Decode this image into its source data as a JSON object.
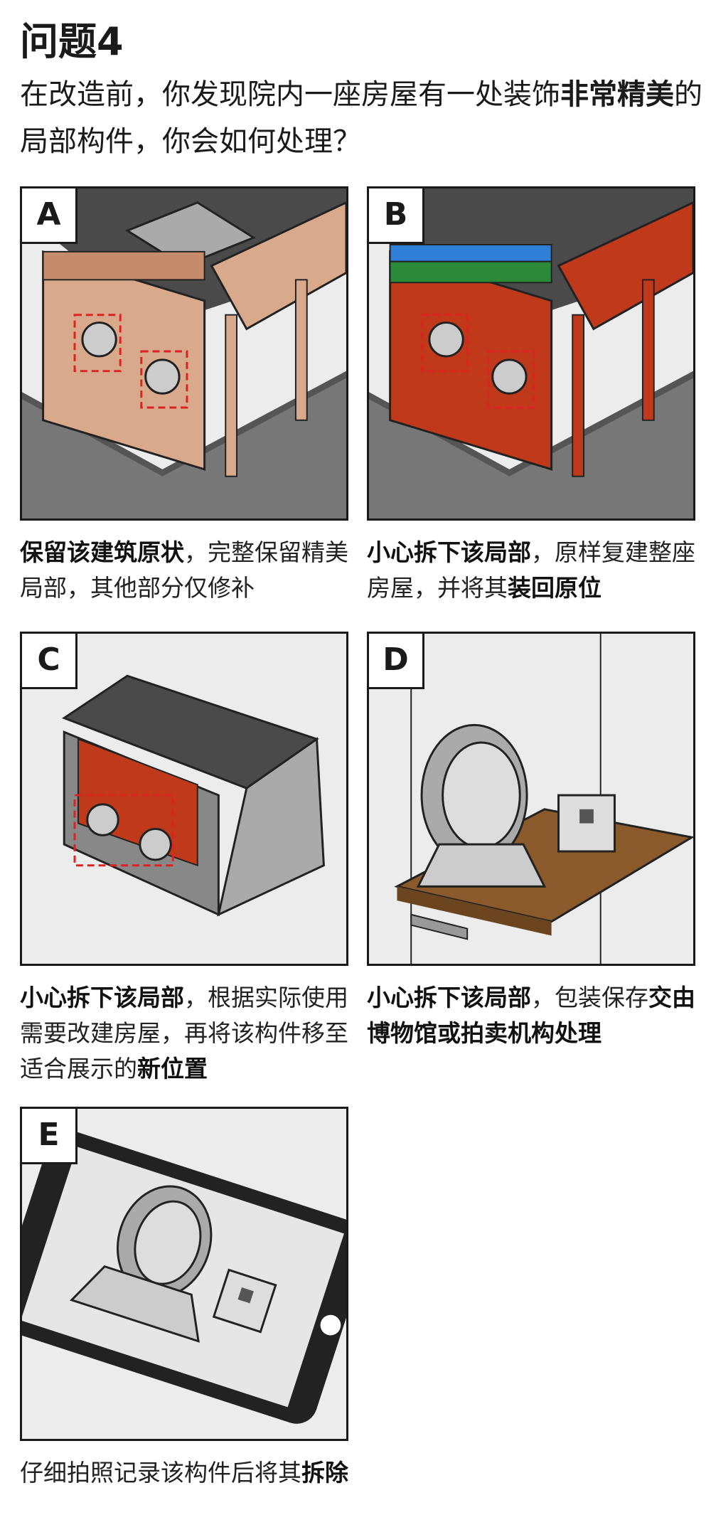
{
  "heading": "问题4",
  "question": {
    "part1": "在改造前，你发现院内一座房屋有一处装饰",
    "bold1": "非常精美",
    "part2": "的局部构件，你会如何处理？"
  },
  "options": [
    {
      "letter": "A",
      "bold": "保留该建筑原状",
      "text": "，完整保留精美局部，其他部分仅修补",
      "bold2": "",
      "text2": ""
    },
    {
      "letter": "B",
      "bold": "小心拆下该局部",
      "text": "，原样复建整座房屋，并将其",
      "bold2": "装回原位",
      "text2": ""
    },
    {
      "letter": "C",
      "bold": "小心拆下该局部",
      "text": "，根据实际使用需要改建房屋，再将该构件移至适合展示的",
      "bold2": "新位置",
      "text2": ""
    },
    {
      "letter": "D",
      "bold": "小心拆下该局部",
      "text": "，包装保存",
      "bold2": "交由博物馆或拍卖机构处理",
      "text2": ""
    },
    {
      "letter": "E",
      "bold": "",
      "text": "仔细拍照记录该构件后将其",
      "bold2": "拆除",
      "text2": ""
    }
  ],
  "colors": {
    "red": "#c0391b",
    "tan": "#d9a98c",
    "gray": "#5a5a5a",
    "wood": "#8a5a2b",
    "blue": "#2f7fd6",
    "green": "#2a8a3a"
  }
}
